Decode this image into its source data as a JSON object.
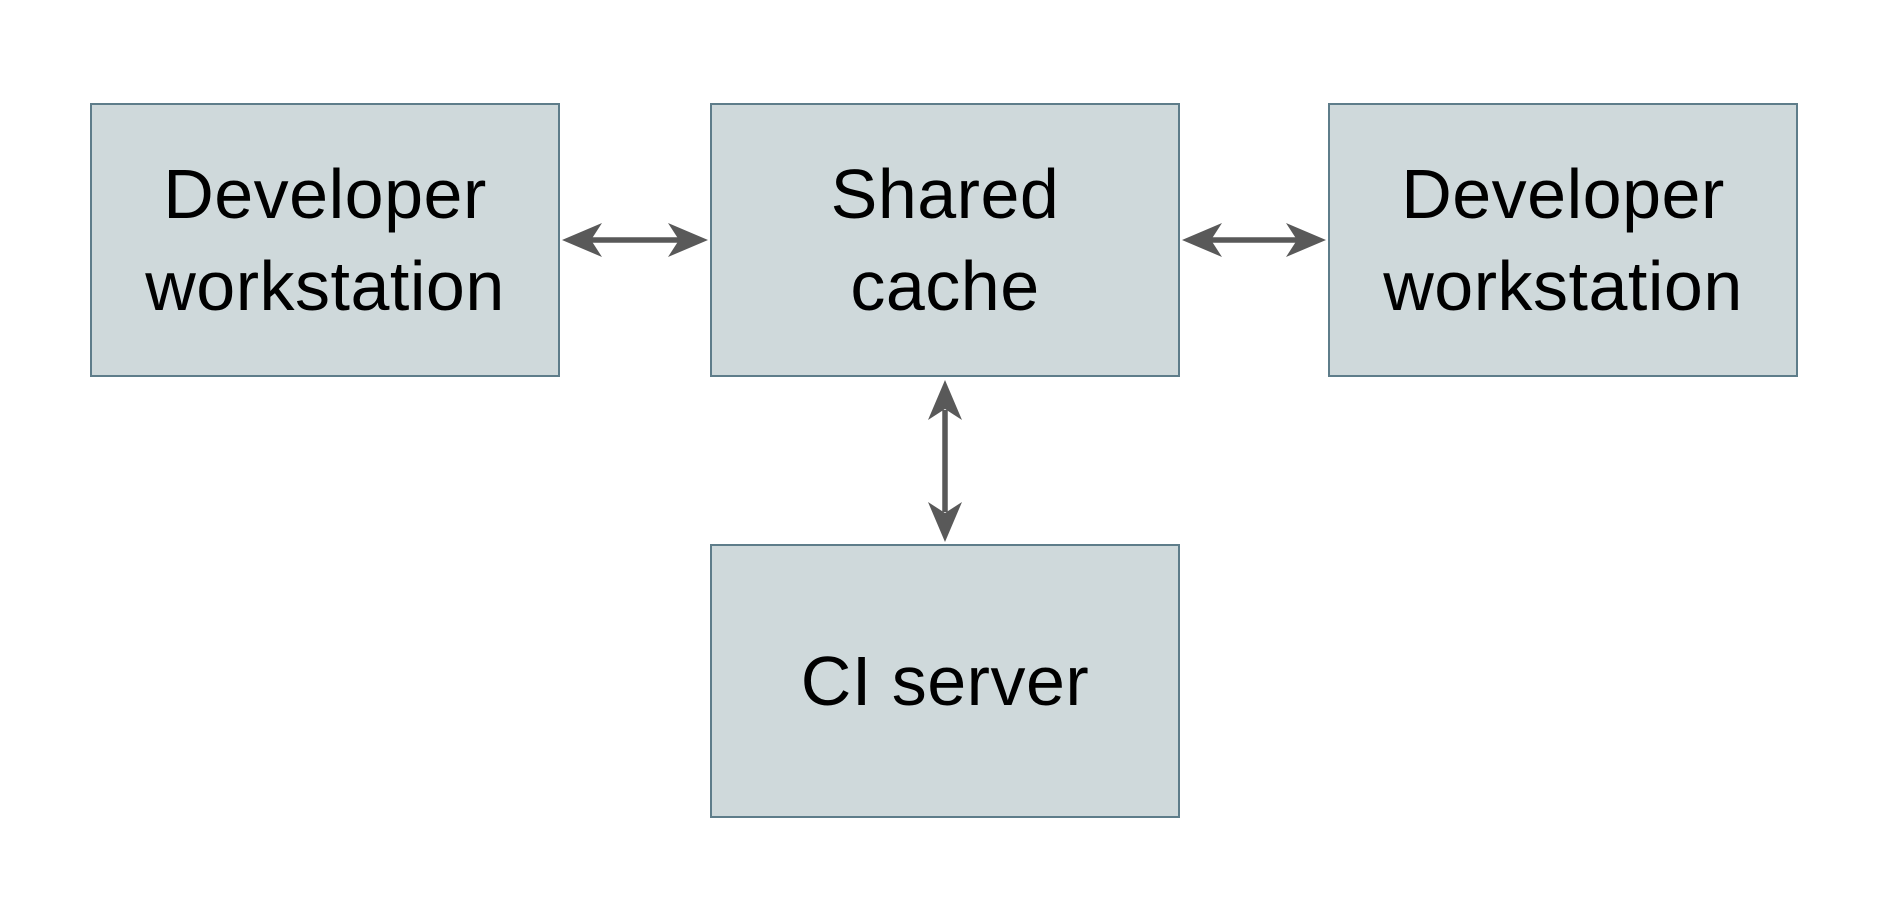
{
  "diagram": {
    "type": "architecture-diagram",
    "nodes": [
      {
        "id": "developer-workstation-left",
        "label": "Developer\nworkstation"
      },
      {
        "id": "shared-cache",
        "label": "Shared\ncache"
      },
      {
        "id": "developer-workstation-right",
        "label": "Developer\nworkstation"
      },
      {
        "id": "ci-server",
        "label": "CI server"
      }
    ],
    "edges": [
      {
        "from": "developer-workstation-left",
        "to": "shared-cache",
        "direction": "bidirectional",
        "orientation": "horizontal"
      },
      {
        "from": "shared-cache",
        "to": "developer-workstation-right",
        "direction": "bidirectional",
        "orientation": "horizontal"
      },
      {
        "from": "shared-cache",
        "to": "ci-server",
        "direction": "bidirectional",
        "orientation": "vertical"
      }
    ],
    "colors": {
      "background": "#ffffff",
      "node_fill": "#cfd9db",
      "node_border": "#5e7d8a",
      "arrow": "#595959",
      "text": "#000000"
    }
  }
}
